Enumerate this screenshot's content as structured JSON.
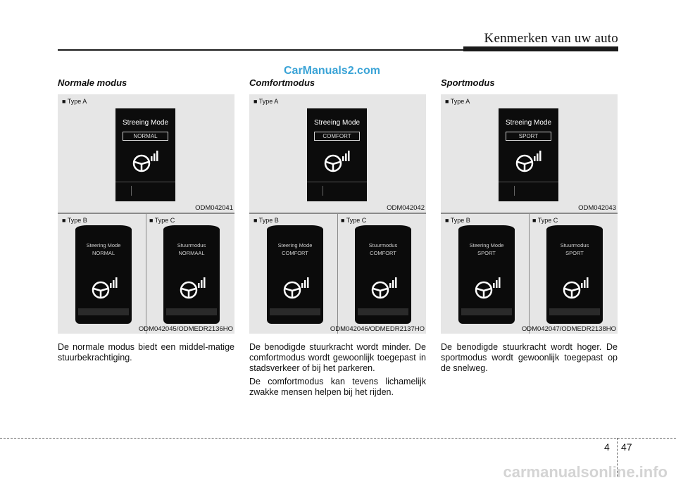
{
  "header": {
    "title": "Kenmerken van uw auto"
  },
  "watermark_top": "CarManuals2.com",
  "watermark_bottom": "carmanualsonline.info",
  "page": {
    "chapter": "4",
    "number": "47"
  },
  "columns": [
    {
      "title": "Normale modus",
      "type_a": "■ Type A",
      "type_b": "■ Type B",
      "type_c": "■ Type C",
      "screen_title": "Streeing Mode",
      "screen_mode": "NORMAL",
      "code_a": "ODM042041",
      "cluster_b_line1": "Steering Mode",
      "cluster_b_line2": "NORMAL",
      "cluster_c_line1": "Stuurmodus",
      "cluster_c_line2": "NORMAAL",
      "code_bc": "ODM042045/ODMEDR2136HO",
      "paragraphs": [
        "De normale modus biedt een middel-matige stuurbekrachtiging."
      ]
    },
    {
      "title": "Comfortmodus",
      "type_a": "■ Type A",
      "type_b": "■ Type B",
      "type_c": "■ Type C",
      "screen_title": "Streeing Mode",
      "screen_mode": "COMFORT",
      "code_a": "ODM042042",
      "cluster_b_line1": "Steering Mode",
      "cluster_b_line2": "COMFORT",
      "cluster_c_line1": "Stuurmodus",
      "cluster_c_line2": "COMFORT",
      "code_bc": "ODM042046/ODMEDR2137HO",
      "paragraphs": [
        "De benodigde stuurkracht wordt minder. De comfortmodus wordt gewoonlijk toegepast in stadsverkeer of bij het parkeren.",
        "De comfortmodus kan tevens lichamelijk zwakke mensen helpen bij het rijden."
      ]
    },
    {
      "title": "Sportmodus",
      "type_a": "■ Type A",
      "type_b": "■ Type B",
      "type_c": "■ Type C",
      "screen_title": "Streeing Mode",
      "screen_mode": "SPORT",
      "code_a": "ODM042043",
      "cluster_b_line1": "Steering Mode",
      "cluster_b_line2": "SPORT",
      "cluster_c_line1": "Stuurmodus",
      "cluster_c_line2": "SPORT",
      "code_bc": "ODM042047/ODMEDR2138HO",
      "paragraphs": [
        "De benodigde stuurkracht wordt hoger. De sportmodus wordt gewoonlijk toegepast op de snelweg."
      ]
    }
  ]
}
